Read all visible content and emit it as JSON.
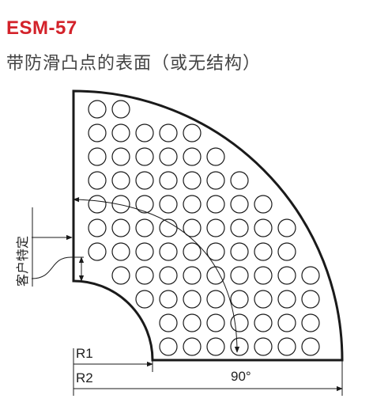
{
  "header": {
    "code": "ESM-57",
    "subtitle": "带防滑凸点的表面（或无结构）"
  },
  "drawing": {
    "radius_inner_label": "R1",
    "radius_outer_label": "R2",
    "angle_label": "90°",
    "customer_label": "客户特定"
  },
  "colors": {
    "code": "#d3222a",
    "line": "#1a1a1a"
  }
}
